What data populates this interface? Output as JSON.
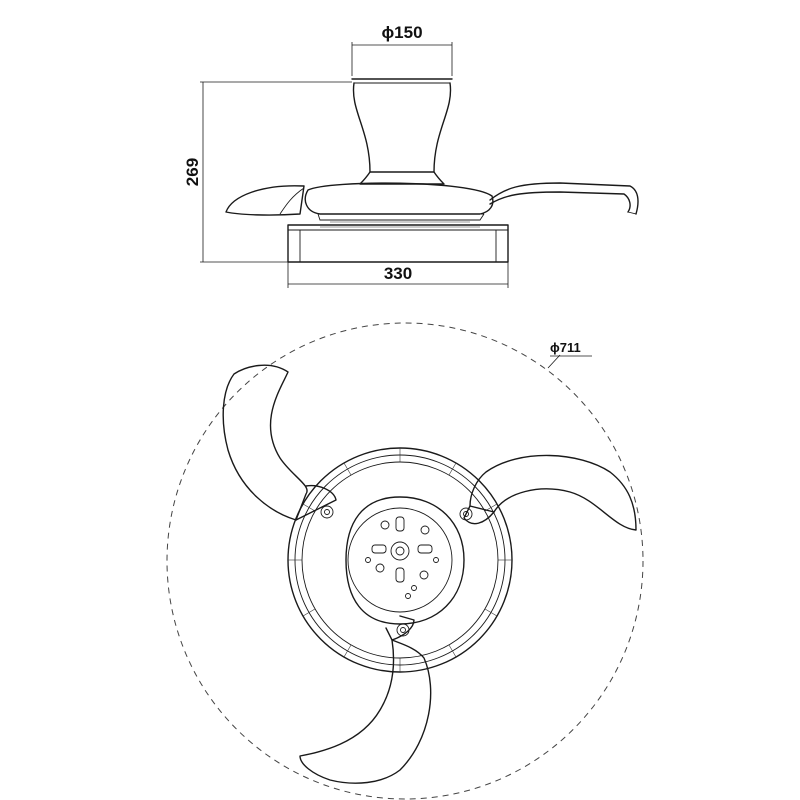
{
  "dimensions": {
    "canopy_diameter": "ϕ150",
    "height": "269",
    "body_width": "330",
    "sweep_diameter": "ϕ711"
  }
}
